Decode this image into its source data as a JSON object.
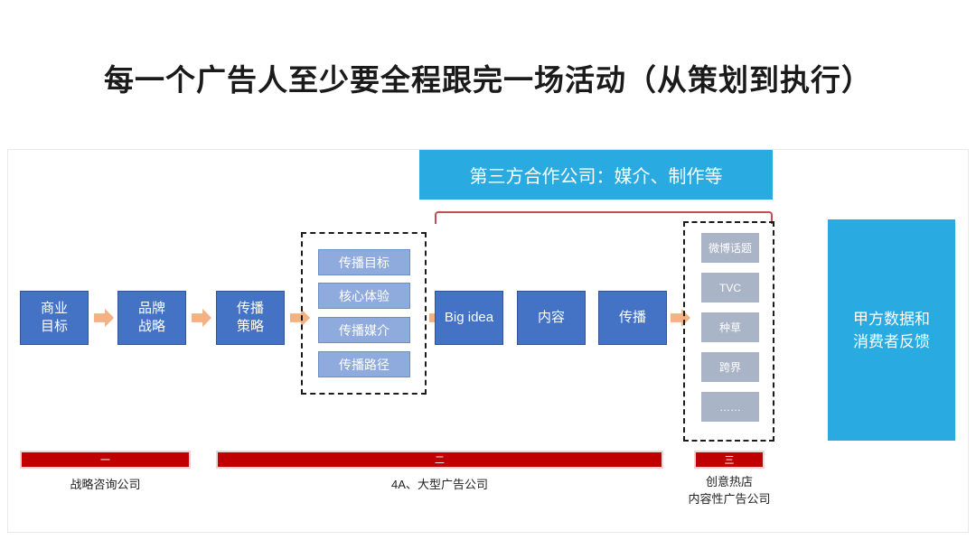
{
  "slide": {
    "title": "每一个广告人至少要全程跟完一场活动（从策划到执行）"
  },
  "banner": {
    "label": "第三方合作公司：媒介、制作等"
  },
  "flow": {
    "boxes": [
      {
        "id": "business-goal",
        "line1": "商业",
        "line2": "目标"
      },
      {
        "id": "brand-strategy",
        "line1": "品牌",
        "line2": "战略"
      },
      {
        "id": "comm-strategy",
        "line1": "传播",
        "line2": "策略"
      },
      {
        "id": "big-idea",
        "line1": "Big idea",
        "line2": ""
      },
      {
        "id": "content",
        "line1": "内容",
        "line2": ""
      },
      {
        "id": "spread",
        "line1": "传播",
        "line2": ""
      }
    ]
  },
  "strategy_group": {
    "items": [
      "传播目标",
      "核心体验",
      "传播媒介",
      "传播路径"
    ]
  },
  "channel_group": {
    "items": [
      "微博话题",
      "TVC",
      "种草",
      "跨界",
      "……"
    ]
  },
  "feedback": {
    "line1": "甲方数据和",
    "line2": "消费者反馈"
  },
  "phases": [
    {
      "marker": "一",
      "caption_line1": "战略咨询公司",
      "caption_line2": ""
    },
    {
      "marker": "二",
      "caption_line1": "4A、大型广告公司",
      "caption_line2": ""
    },
    {
      "marker": "三",
      "caption_line1": "创意热店",
      "caption_line2": "内容性广告公司"
    }
  ],
  "colors": {
    "process_blue": "#4472C4",
    "sub_blue": "#8FAADC",
    "grey": "#A9B4C6",
    "cyan": "#29ABE2",
    "red": "#C00000",
    "arrow": "#F4B183",
    "bracket": "#C0504D"
  }
}
